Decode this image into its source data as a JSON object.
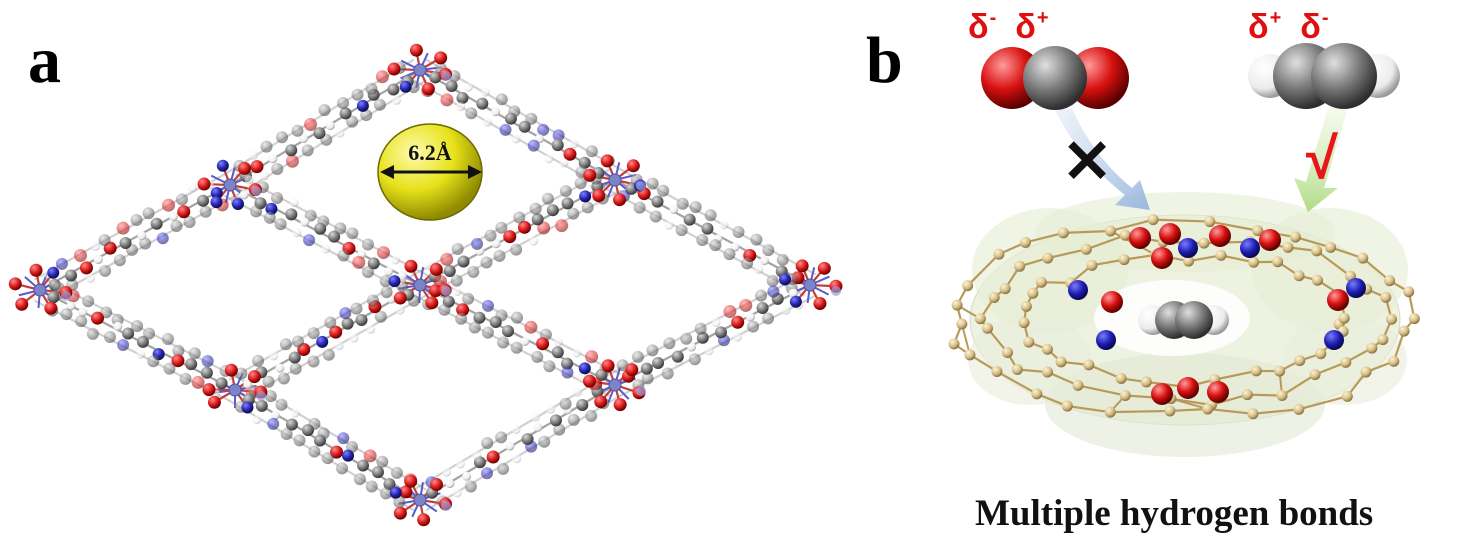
{
  "figure": {
    "panel_a": {
      "label": "a",
      "pore_size_label": "6.2Å"
    },
    "panel_b": {
      "label": "b",
      "co2_charges": {
        "left": "δ",
        "left_sign": "-",
        "right": "δ",
        "right_sign": "+"
      },
      "c2h2_charges": {
        "left": "δ",
        "left_sign": "+",
        "right": "δ",
        "right_sign": "-"
      },
      "caption": "Multiple hydrogen bonds"
    },
    "colors": {
      "oxygen": "#d81818",
      "carbon": "#7a7a7a",
      "hydrogen": "#f2f2f2",
      "nitrogen": "#2424b0",
      "metal": "#7b84c9",
      "framework_bond": "#c8b27a",
      "charge_text": "#e01010",
      "sphere": "#e7e21a"
    },
    "icons": {
      "reject": "cross-icon",
      "accept": "check-icon"
    }
  }
}
